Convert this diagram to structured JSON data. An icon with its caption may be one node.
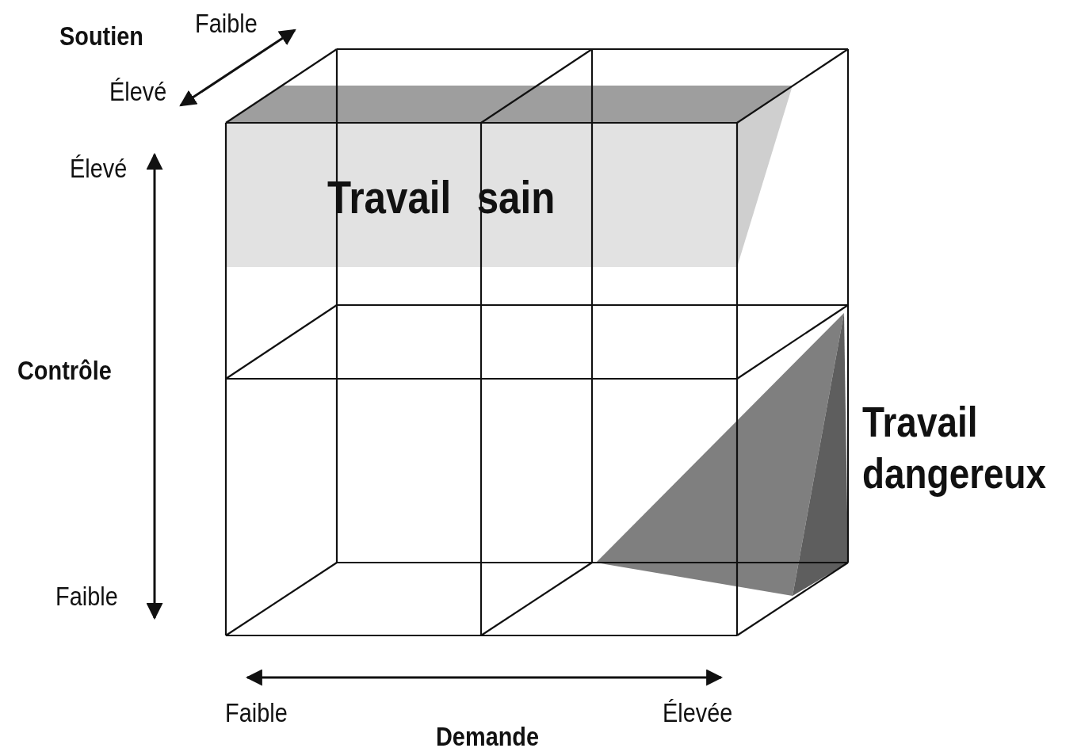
{
  "diagram": {
    "nodes": [
      {
        "text": [
          "Travail sain"
        ]
      },
      {
        "text": [],
        "shape": "wedge",
        "beside": [
          "Travail dangereux"
        ]
      }
    ],
    "edges": [],
    "labels": [
      "Soutien",
      "Faible",
      "Élevé",
      "Élevé",
      "Contrôle",
      "Faible",
      "Faible",
      "Élevée",
      "Demande"
    ]
  }
}
